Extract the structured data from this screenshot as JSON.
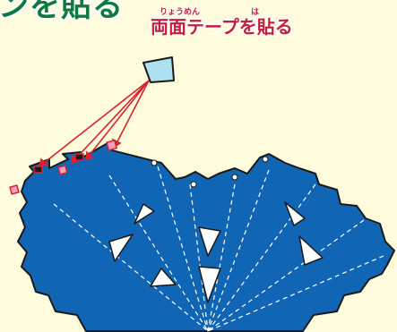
{
  "heading_fragment": "ンを貼る",
  "caption": {
    "text": "両面テープを貼る",
    "ruby_ryomen": "りょうめん",
    "ruby_ha": "は"
  },
  "colors": {
    "background": "#fffbdc",
    "piece_fill": "#1066b4",
    "outline": "#1a1a1a",
    "guide_lines": "#ffffff",
    "arrow": "#d9232e",
    "tape_fill": "#aee1ef",
    "tape_marker_fill": "#f2a1c3",
    "heading_text": "#0e7a3c",
    "caption_text": "#c41e3a"
  },
  "icons": {
    "tape": "double-sided-tape-icon",
    "marker": "tape-position-marker"
  }
}
